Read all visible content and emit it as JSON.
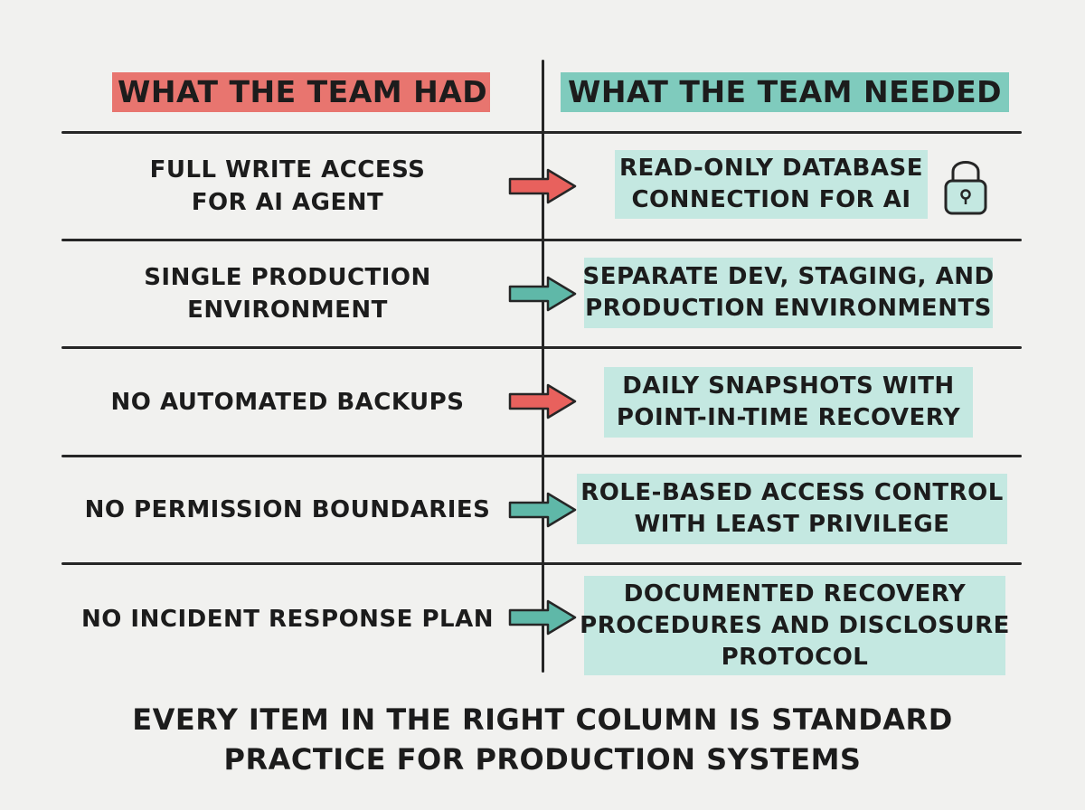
{
  "headers": {
    "had": "WHAT THE TEAM HAD",
    "needed": "WHAT THE TEAM NEEDED"
  },
  "rows": [
    {
      "had": [
        "FULL WRITE ACCESS",
        "FOR AI AGENT"
      ],
      "needed": [
        "READ-ONLY DATABASE",
        "CONNECTION FOR AI"
      ],
      "arrow_color": "#e8615d",
      "icon": "lock-icon"
    },
    {
      "had": [
        "SINGLE PRODUCTION",
        "ENVIRONMENT"
      ],
      "needed": [
        "SEPARATE DEV, STAGING, AND",
        "PRODUCTION ENVIRONMENTS"
      ],
      "arrow_color": "#5fb8a8"
    },
    {
      "had": [
        "NO AUTOMATED BACKUPS"
      ],
      "needed": [
        "DAILY SNAPSHOTS WITH",
        "POINT-IN-TIME RECOVERY"
      ],
      "arrow_color": "#e8615d"
    },
    {
      "had": [
        "NO PERMISSION BOUNDARIES"
      ],
      "needed": [
        "ROLE-BASED ACCESS CONTROL",
        "WITH LEAST PRIVILEGE"
      ],
      "arrow_color": "#5fb8a8"
    },
    {
      "had": [
        "NO INCIDENT RESPONSE PLAN"
      ],
      "needed": [
        "DOCUMENTED RECOVERY",
        "PROCEDURES AND DISCLOSURE",
        "PROTOCOL"
      ],
      "arrow_color": "#5fb8a8"
    }
  ],
  "footer": [
    "EVERY ITEM IN THE RIGHT COLUMN IS STANDARD",
    "PRACTICE FOR PRODUCTION SYSTEMS"
  ],
  "colors": {
    "had_header_bg": "#e8756f",
    "needed_header_bg": "#7fcbbd",
    "needed_box_bg": "#c4e8e1",
    "red_arrow": "#e8615d",
    "teal_arrow": "#5fb8a8"
  }
}
